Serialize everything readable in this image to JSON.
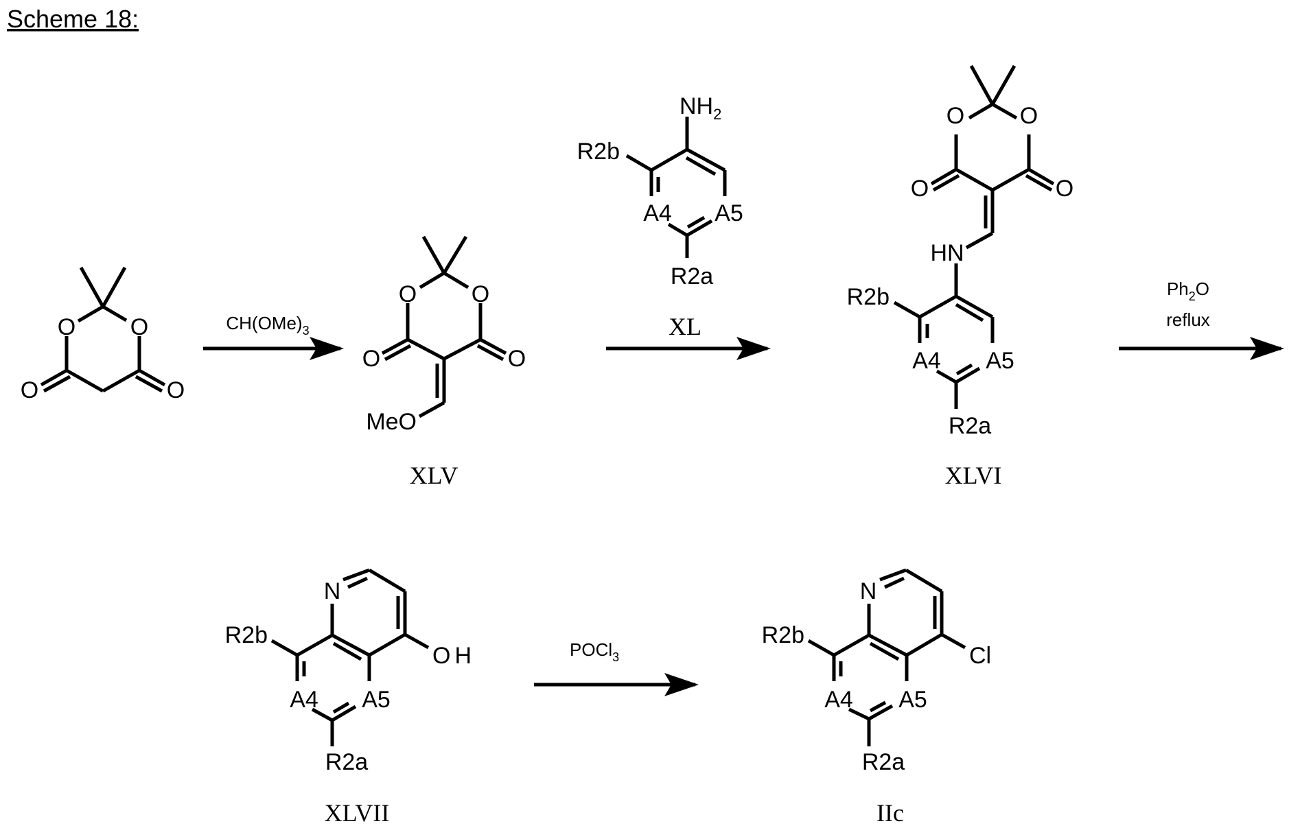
{
  "title": "Scheme 18:",
  "compounds": {
    "meldrum": {
      "atoms": {
        "o_ring_left": "O",
        "o_ring_right": "O",
        "o_carbonyl_left": "O",
        "o_carbonyl_right": "O"
      }
    },
    "xlv": {
      "label": "XLV",
      "atoms": {
        "o_ring_left": "O",
        "o_ring_right": "O",
        "o_carbonyl_left": "O",
        "o_carbonyl_right": "O",
        "methoxy": "MeO"
      }
    },
    "xl": {
      "label": "XL",
      "atoms": {
        "amine": "NH",
        "amine_sub": "2",
        "r2b": "R2b",
        "a4": "A4",
        "a5": "A5",
        "r2a": "R2a"
      }
    },
    "xlvi": {
      "label": "XLVI",
      "atoms": {
        "o_ring_left": "O",
        "o_ring_right": "O",
        "o_carbonyl_left": "O",
        "o_carbonyl_right": "O",
        "amine": "HN",
        "r2b": "R2b",
        "a4": "A4",
        "a5": "A5",
        "r2a": "R2a"
      }
    },
    "xlvii": {
      "label": "XLVII",
      "atoms": {
        "n": "N",
        "r2b": "R2b",
        "a4": "A4",
        "a5": "A5",
        "r2a": "R2a",
        "oh": "OH"
      }
    },
    "iic": {
      "label": "IIc",
      "atoms": {
        "n": "N",
        "r2b": "R2b",
        "a4": "A4",
        "a5": "A5",
        "r2a": "R2a",
        "cl": "Cl"
      }
    }
  },
  "arrows": [
    {
      "reagent_main": "CH(OMe)",
      "reagent_sub": "3"
    },
    {
      "reagent_main": "XL"
    },
    {
      "reagent_line1_main": "Ph",
      "reagent_line1_sub": "2",
      "reagent_line1_tail": "O",
      "reagent_line2": "reflux"
    },
    {
      "reagent_main": "POCl",
      "reagent_sub": "3"
    }
  ]
}
